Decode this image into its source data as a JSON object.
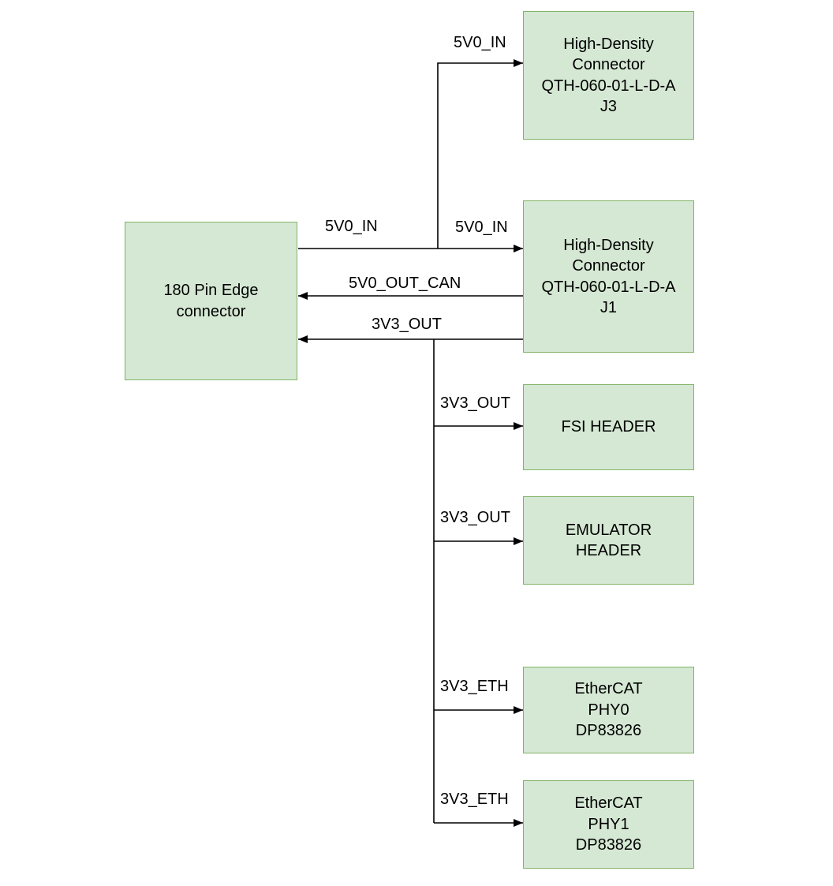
{
  "diagram": {
    "type": "block-diagram",
    "colors": {
      "node_fill": "#d5e8d4",
      "node_border": "#82b366",
      "wire": "#000000",
      "text": "#000000"
    },
    "nodes": {
      "edge_connector": {
        "label": "180 Pin Edge\nconnector"
      },
      "j3": {
        "label": "High-Density\nConnector\nQTH-060-01-L-D-A\nJ3"
      },
      "j1": {
        "label": "High-Density\nConnector\nQTH-060-01-L-D-A\nJ1"
      },
      "fsi_header": {
        "label": "FSI HEADER"
      },
      "emulator_header": {
        "label": "EMULATOR\nHEADER"
      },
      "ethercat_phy0": {
        "label": "EtherCAT\nPHY0\nDP83826"
      },
      "ethercat_phy1": {
        "label": "EtherCAT\nPHY1\nDP83826"
      }
    },
    "edge_labels": {
      "5v0_in_from_edge": "5V0_IN",
      "5v0_in_to_j1": "5V0_IN",
      "5v0_in_to_j3": "5V0_IN",
      "5v0_out_can": "5V0_OUT_CAN",
      "3v3_out_to_edge": "3V3_OUT",
      "3v3_out_to_fsi": "3V3_OUT",
      "3v3_out_to_emulator": "3V3_OUT",
      "3v3_eth_to_phy0": "3V3_ETH",
      "3v3_eth_to_phy1": "3V3_ETH"
    }
  }
}
